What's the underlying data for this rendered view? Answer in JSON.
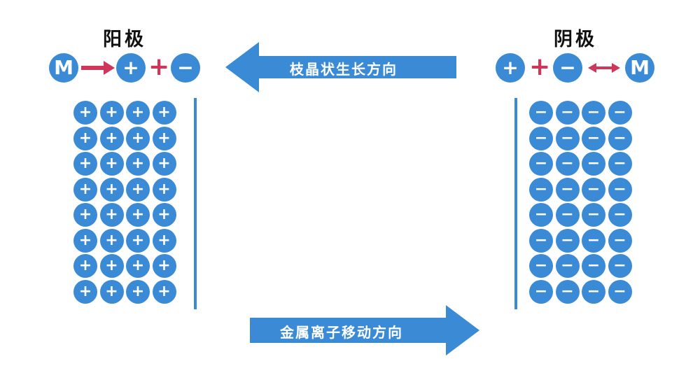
{
  "anode": {
    "title": "阳极",
    "legend": {
      "metal_label": "M",
      "cation_symbol": "+",
      "plus_symbol": "+",
      "anion_symbol": "−"
    },
    "grid_symbol": "+",
    "grid_rows": 8,
    "grid_cols": 4
  },
  "cathode": {
    "title": "阴极",
    "legend": {
      "cation_symbol": "+",
      "plus_symbol": "+",
      "anion_symbol": "−",
      "metal_label": "M"
    },
    "grid_symbol": "−",
    "grid_rows": 8,
    "grid_cols": 4
  },
  "arrows": {
    "dendrite_growth": "枝晶状生长方向",
    "ion_migration": "金属离子移动方向"
  },
  "colors": {
    "circle_blue": "#3a8ad6",
    "arrow_blue": "#3a8ad6",
    "accent_red": "#d0355a"
  }
}
